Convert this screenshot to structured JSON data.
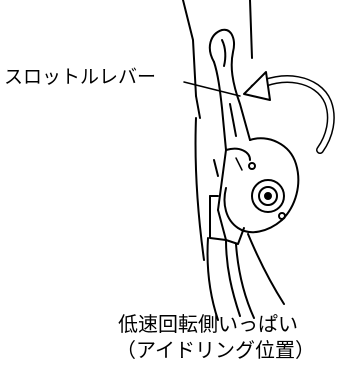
{
  "labels": {
    "throttle_lever": "スロットルレバー",
    "idle_position_line1": "低速回転側いっぱい",
    "idle_position_line2": "（アイドリング位置）"
  },
  "colors": {
    "line": "#000000",
    "background": "#ffffff"
  }
}
